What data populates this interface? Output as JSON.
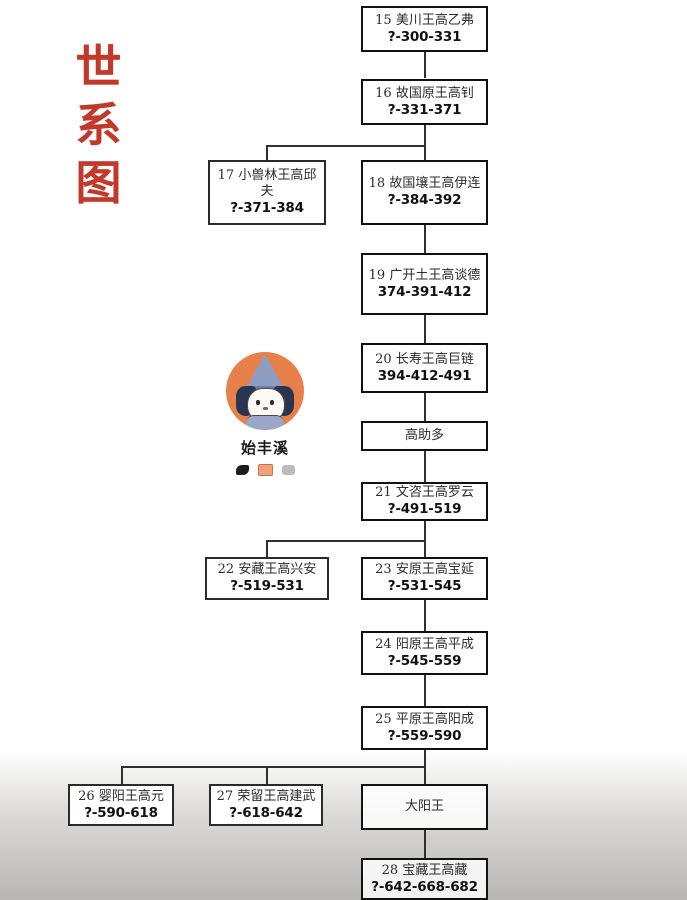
{
  "title": {
    "chars": [
      "世",
      "系",
      "图"
    ],
    "color": "#c0392b"
  },
  "watermark": {
    "name": "始丰溪",
    "badges": [
      "badge-dark-icon",
      "badge-orange-icon",
      "badge-gray-icon"
    ],
    "avatar_alt": "cartoon-wizard-avatar"
  },
  "nodes": {
    "n15": {
      "name": "15  美川王高乙弗",
      "dates": "?-300-331"
    },
    "n16": {
      "name": "16  故国原王高钊",
      "dates": "?-331-371"
    },
    "n17": {
      "name": "17  小兽林王高邱夫",
      "dates": "?-371-384"
    },
    "n18": {
      "name": "18  故国壤王高伊连",
      "dates": "?-384-392"
    },
    "n19": {
      "name": "19  广开土王高谈德",
      "dates": "374-391-412"
    },
    "n20": {
      "name": "20  长寿王高巨链",
      "dates": "394-412-491"
    },
    "gzd": {
      "name": "高助多",
      "dates": ""
    },
    "n21": {
      "name": "21  文咨王高罗云",
      "dates": "?-491-519"
    },
    "n22": {
      "name": "22  安藏王高兴安",
      "dates": "?-519-531"
    },
    "n23": {
      "name": "23  安原王高宝延",
      "dates": "?-531-545"
    },
    "n24": {
      "name": "24  阳原王高平成",
      "dates": "?-545-559"
    },
    "n25": {
      "name": "25  平原王高阳成",
      "dates": "?-559-590"
    },
    "n26": {
      "name": "26  婴阳王高元",
      "dates": "?-590-618"
    },
    "n27": {
      "name": "27  荣留王高建武",
      "dates": "?-618-642"
    },
    "dyw": {
      "name": "大阳王",
      "dates": ""
    },
    "n28": {
      "name": "28  宝藏王高藏",
      "dates": "?-642-668-682"
    }
  }
}
